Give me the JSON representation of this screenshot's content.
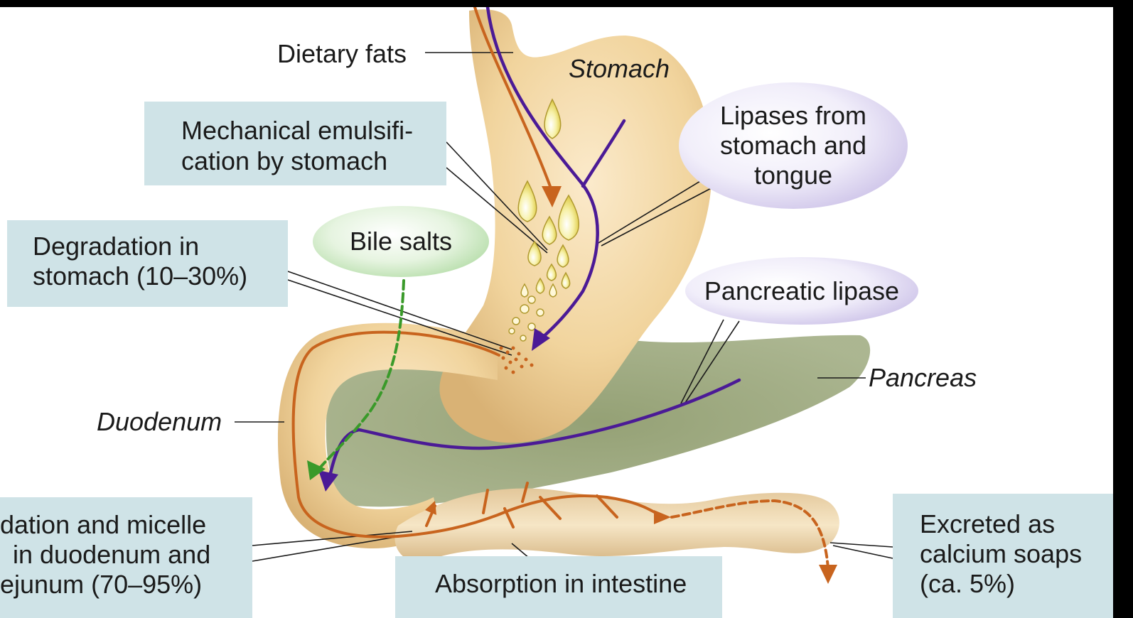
{
  "labels": {
    "dietary_fats": "Dietary fats",
    "stomach": "Stomach",
    "pancreas": "Pancreas",
    "duodenum": "Duodenum",
    "bile_salts": "Bile salts",
    "pancreatic_lipase": "Pancreatic lipase",
    "lipases_line1": "Lipases from",
    "lipases_line2": "stomach and",
    "lipases_line3": "tongue"
  },
  "boxes": {
    "emulsification_line1": "Mechanical emulsifi-",
    "emulsification_line2": "cation by stomach",
    "degradation_stomach_line1": "Degradation in",
    "degradation_stomach_line2": "stomach (10–30%)",
    "degradation_duodenum_line1": "dation and micelle",
    "degradation_duodenum_line2": "in duodenum and",
    "degradation_duodenum_line3": "ejunum (70–95%)",
    "absorption": "Absorption in intestine",
    "excreted_line1": "Excreted as",
    "excreted_line2": "calcium soaps",
    "excreted_line3": "(ca. 5%)"
  },
  "colors": {
    "fat_path": "#c8641e",
    "lipase_path": "#4b1a96",
    "bile_path": "#3a9a2a",
    "organ": "#f2d49c",
    "pancreas": "#8c9a6a",
    "box": "#cfe3e7"
  }
}
